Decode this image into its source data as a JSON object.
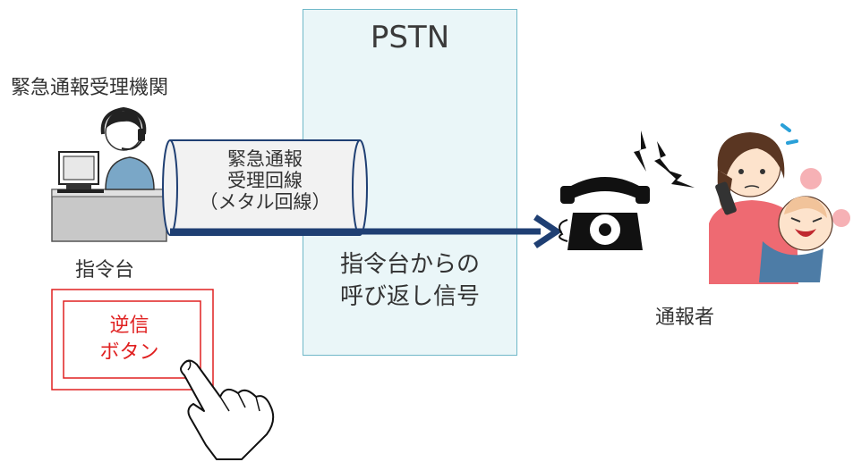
{
  "pstn": {
    "label": "PSTN"
  },
  "agency": {
    "label": "緊急通報受理機関"
  },
  "operator": {
    "label": "指令台"
  },
  "line": {
    "lines": [
      "緊急通報",
      "受理回線",
      "（メタル回線）"
    ]
  },
  "callback": {
    "lines": [
      "指令台からの",
      "呼び返し信号"
    ]
  },
  "reverse_button": {
    "lines": [
      "逆信",
      "ボタン"
    ]
  },
  "caller": {
    "label": "通報者"
  },
  "colors": {
    "arrow": "#1f3f73",
    "button_border": "#e02020",
    "pstn_border": "#6fb8c8",
    "pstn_fill": "#eaf6f8"
  },
  "icons": [
    "operator-icon",
    "computer-icon",
    "telephone-icon",
    "ringing-icon",
    "caller-mother-icon",
    "hand-pointer-icon"
  ]
}
